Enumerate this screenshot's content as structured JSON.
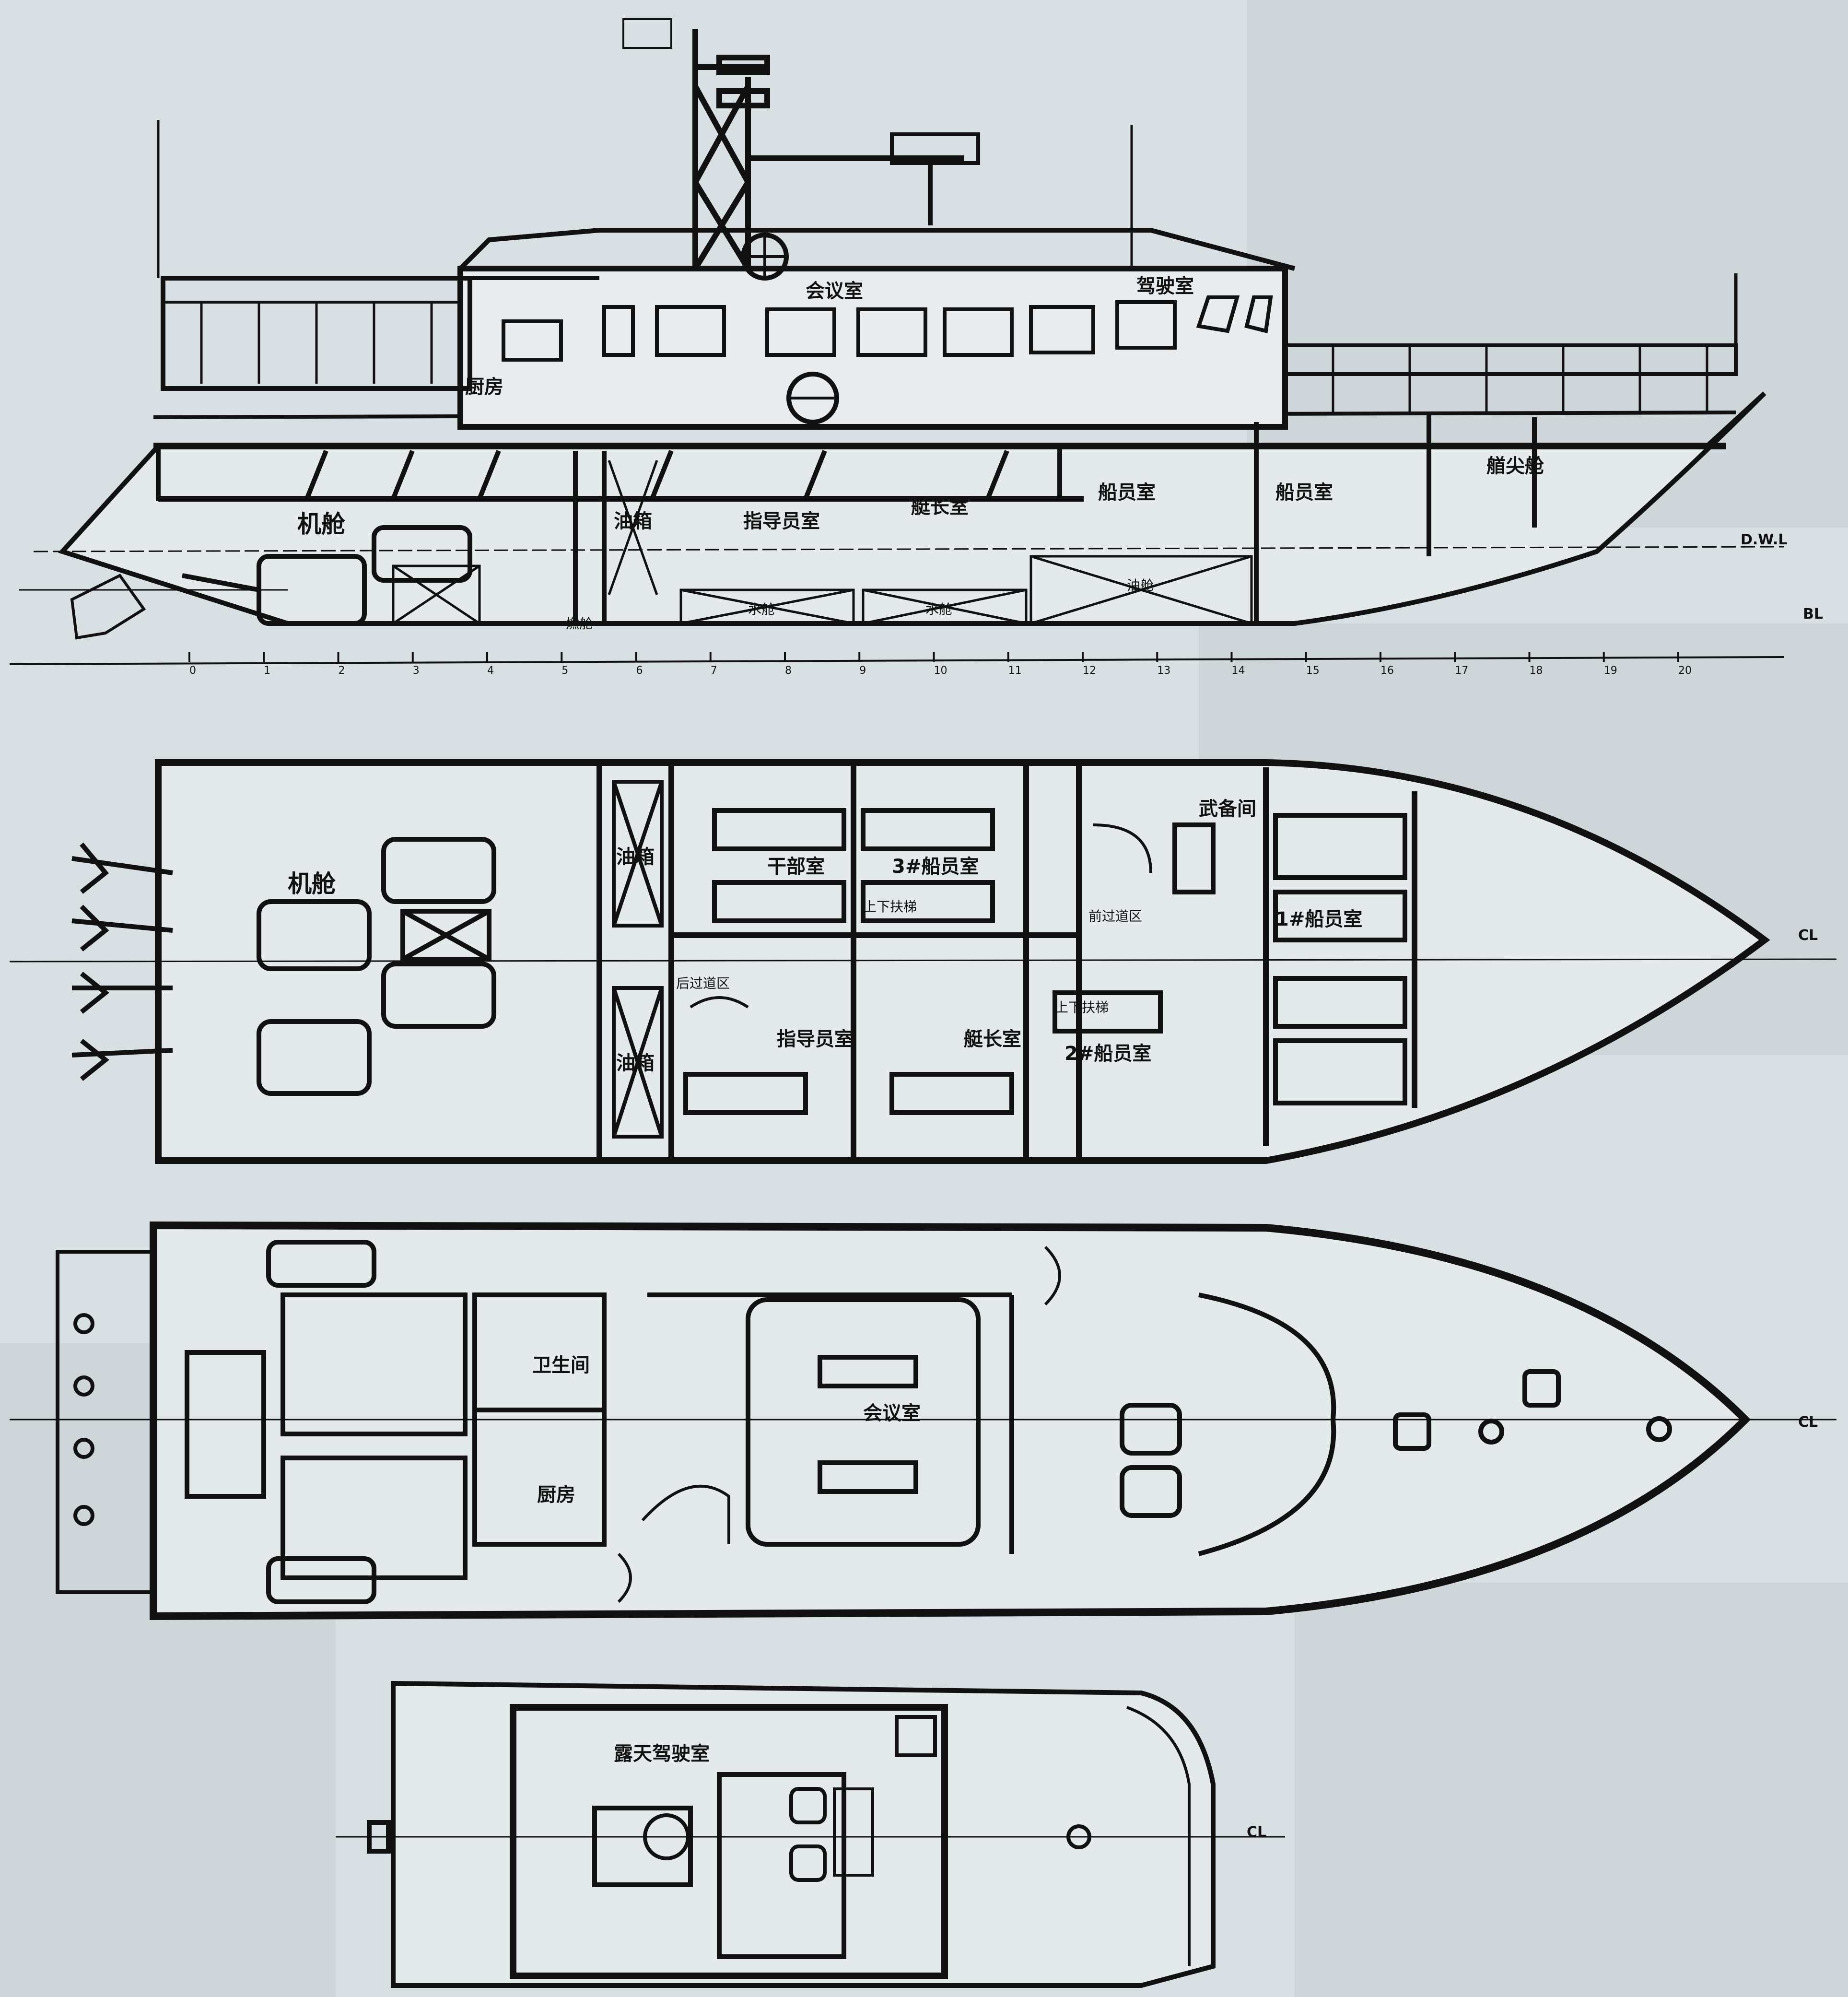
{
  "profile": {
    "rooms": {
      "meeting": "会议室",
      "wheelhouse": "驾驶室",
      "galley": "厨房",
      "engine": "机舱",
      "fuel": "油箱",
      "instructor": "指导员室",
      "captain": "艇长室",
      "crew_a": "船员室",
      "crew_b": "船员室",
      "forepeak": "艏尖舱",
      "tank_1": "水舱",
      "tank_2": "水舱",
      "tank_3": "油舱",
      "tank_4": "燃舱"
    },
    "refs": {
      "dwl": "D.W.L",
      "bl": "BL"
    },
    "frames": [
      "0",
      "1",
      "2",
      "3",
      "4",
      "5",
      "6",
      "7",
      "8",
      "9",
      "10",
      "11",
      "12",
      "13",
      "14",
      "15",
      "16",
      "17",
      "18",
      "19",
      "20"
    ]
  },
  "lower_deck": {
    "rooms": {
      "engine": "机舱",
      "fuel_1": "油箱",
      "fuel_2": "油箱",
      "officer": "干部室",
      "crew3": "3#船员室",
      "instructor": "指导员室",
      "captain": "艇长室",
      "crew2": "2#船员室",
      "crew1": "1#船员室",
      "armory": "武备间",
      "corridor_fwd": "前过道区",
      "corridor_aft": "后过道区",
      "stair_a": "上下扶梯",
      "stair_b": "上下扶梯"
    },
    "cl": "CL"
  },
  "main_deck": {
    "rooms": {
      "toilet": "卫生间",
      "meeting": "会议室",
      "galley": "厨房"
    },
    "cl": "CL"
  },
  "flying_bridge": {
    "rooms": {
      "bridge": "露天驾驶室"
    },
    "cl": "CL"
  }
}
